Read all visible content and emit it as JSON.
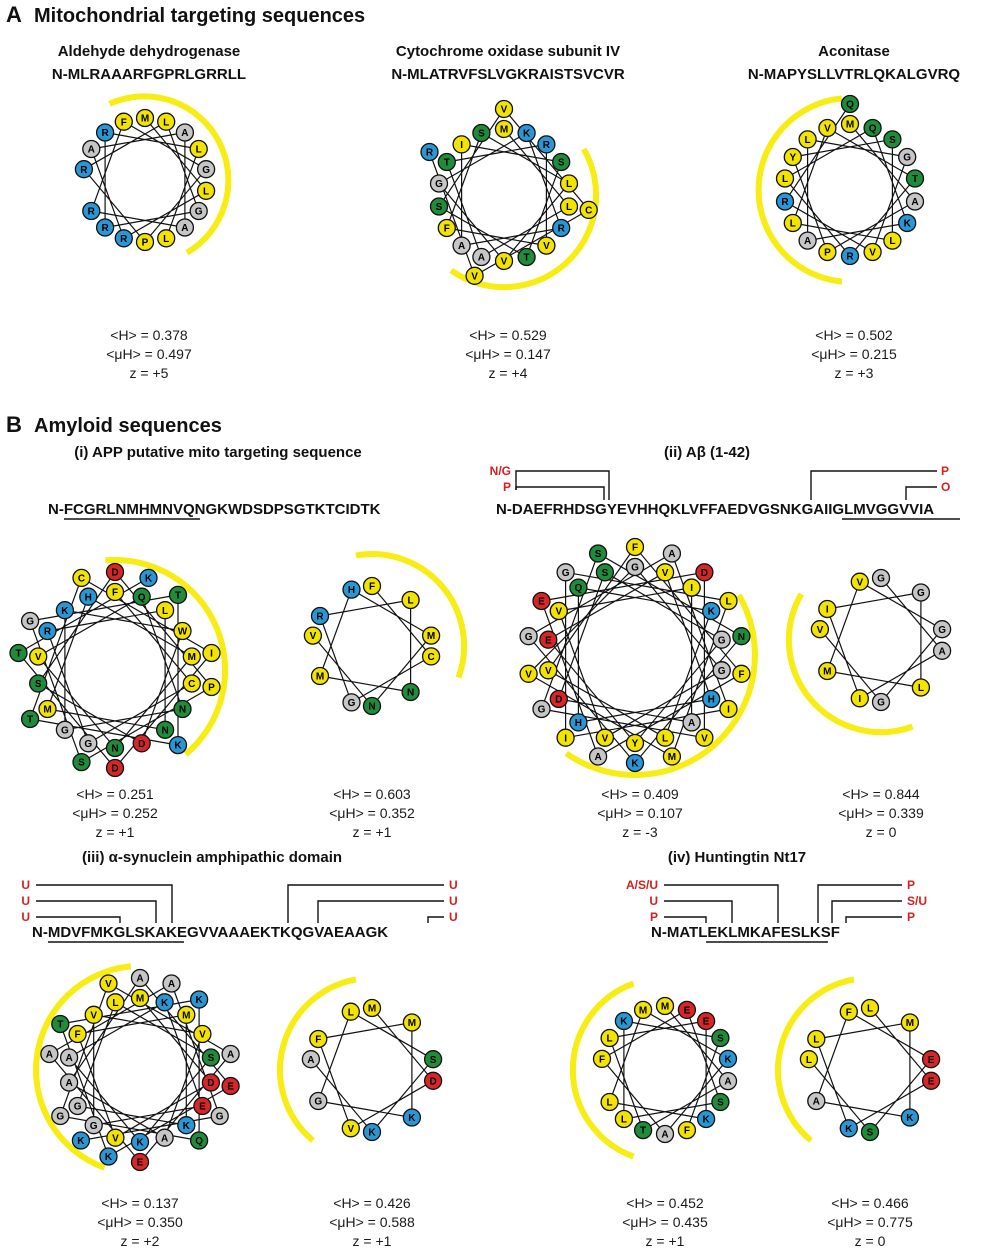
{
  "colors": {
    "yellow": "#f2e300",
    "blue": "#2a96d4",
    "green": "#1f8b3b",
    "gray": "#c6c6c6",
    "red": "#d62728",
    "arc": "#f7ec14",
    "mod_text": "#d62020"
  },
  "sectionA": {
    "letter": "A",
    "title": "Mitochondrial targeting sequences",
    "helices": [
      {
        "name": "Aldehyde dehydrogenase",
        "sequence": "N-MLRAAARFGPRLGRRLL",
        "residues": [
          "M",
          "L",
          "R",
          "A",
          "A",
          "A",
          "R",
          "F",
          "G",
          "P",
          "R",
          "L",
          "G",
          "R",
          "R",
          "L",
          "L"
        ],
        "arc_start_deg": -25,
        "arc_end_deg": 150,
        "stats": {
          "H": "<H> = 0.378",
          "muH": "<μH> = 0.497",
          "z": "z = +5"
        }
      },
      {
        "name": "Cytochrome oxidase subunit IV",
        "sequence": "N-MLATRVFSLVGKRAISTSVCVR",
        "residues": [
          "M",
          "L",
          "A",
          "T",
          "R",
          "V",
          "F",
          "S",
          "L",
          "V",
          "G",
          "K",
          "R",
          "A",
          "I",
          "S",
          "T",
          "S",
          "V",
          "C",
          "V",
          "R"
        ],
        "arc_start_deg": 60,
        "arc_end_deg": 215,
        "stats": {
          "H": "<H> = 0.529",
          "muH": "<μH> = 0.147",
          "z": "z = +4"
        }
      },
      {
        "name": "Aconitase",
        "sequence": "N-MAPYSLLVTRLQKALGVRQ",
        "residues": [
          "M",
          "A",
          "P",
          "Y",
          "S",
          "L",
          "L",
          "V",
          "T",
          "R",
          "L",
          "Q",
          "K",
          "A",
          "L",
          "G",
          "V",
          "R",
          "Q"
        ],
        "arc_start_deg": 185,
        "arc_end_deg": 355,
        "stats": {
          "H": "<H> = 0.502",
          "muH": "<μH> = 0.215",
          "z": "z = +3"
        }
      }
    ]
  },
  "sectionB": {
    "letter": "B",
    "title": "Amyloid sequences",
    "subpanels": [
      {
        "title": "(i) APP putative mito targeting sequence",
        "sequence": "N-FCGRLNMHMNVQNGKWDSDPSGTKTCIDTK",
        "underline": "FCGRLNMHMNV",
        "mods": [],
        "helices": [
          {
            "residues": [
              "F",
              "C",
              "G",
              "R",
              "L",
              "N",
              "M",
              "H",
              "M",
              "N",
              "V",
              "Q",
              "N",
              "G",
              "K",
              "W",
              "D",
              "S",
              "D",
              "P",
              "S",
              "G",
              "T",
              "K",
              "T",
              "C",
              "I",
              "D",
              "T",
              "K"
            ],
            "arc_start_deg": -5,
            "arc_end_deg": 140,
            "stats": {
              "H": "<H> = 0.251",
              "muH": "<μH> = 0.252",
              "z": "z = +1"
            }
          },
          {
            "residues": [
              "F",
              "C",
              "G",
              "R",
              "L",
              "N",
              "M",
              "H",
              "M",
              "N",
              "V"
            ],
            "arc_start_deg": -10,
            "arc_end_deg": 110,
            "stats": {
              "H": "<H> = 0.603",
              "muH": "<μH> = 0.352",
              "z": "z = +1"
            }
          }
        ]
      },
      {
        "title": "(ii) Aβ (1-42)",
        "sequence": "N-DAEFRHDSGYEVHHQKLVFFAEDVGSNKGAIIGLMVGGVVIA",
        "underline": "GAIIGLMVGGV",
        "mods": [
          "N/G",
          "P",
          "P",
          "O"
        ],
        "helices": [
          {
            "residues": [
              "D",
              "A",
              "E",
              "F",
              "R",
              "H",
              "D",
              "S",
              "G",
              "Y",
              "E",
              "V",
              "H",
              "H",
              "Q",
              "K",
              "L",
              "V",
              "F",
              "F",
              "A",
              "E",
              "D",
              "V",
              "G",
              "S",
              "N",
              "K",
              "G",
              "A",
              "I",
              "I",
              "G",
              "L",
              "M",
              "V",
              "G",
              "G",
              "V",
              "V",
              "I",
              "A"
            ],
            "arc_start_deg": 60,
            "arc_end_deg": 215,
            "stats": {
              "H": "<H> = 0.409",
              "muH": "<μH> = 0.107",
              "z": "z = -3"
            }
          },
          {
            "residues": [
              "G",
              "A",
              "I",
              "I",
              "G",
              "L",
              "M",
              "V",
              "G",
              "G",
              "V"
            ],
            "arc_start_deg": 160,
            "arc_end_deg": 300,
            "stats": {
              "H": "<H> = 0.844",
              "muH": "<μH> = 0.339",
              "z": "z = 0"
            }
          }
        ]
      },
      {
        "title": "(iii) α-synuclein amphipathic domain",
        "sequence": "N-MDVFMKGLSKAKEGVVAAAEKTKQGVAEAAGK",
        "underline": "MDVFMKGLSKA",
        "mods": [
          "U",
          "U",
          "U",
          "U",
          "U",
          "U"
        ],
        "helices": [
          {
            "residues": [
              "M",
              "D",
              "V",
              "F",
              "M",
              "K",
              "G",
              "L",
              "S",
              "K",
              "A",
              "K",
              "E",
              "G",
              "V",
              "V",
              "A",
              "A",
              "A",
              "E",
              "K",
              "T",
              "K",
              "Q",
              "G",
              "V",
              "A",
              "E",
              "A",
              "A",
              "G",
              "K"
            ],
            "arc_start_deg": 200,
            "arc_end_deg": 355,
            "stats": {
              "H": "<H> = 0.137",
              "muH": "<μH> = 0.350",
              "z": "z = +2"
            }
          },
          {
            "residues": [
              "M",
              "D",
              "V",
              "F",
              "M",
              "K",
              "G",
              "L",
              "S",
              "K",
              "A"
            ],
            "arc_start_deg": 220,
            "arc_end_deg": 350,
            "stats": {
              "H": "<H> = 0.426",
              "muH": "<μH> = 0.588",
              "z": "z = +1"
            }
          }
        ]
      },
      {
        "title": "(iv) Huntingtin Nt17",
        "sequence": "N-MATLEKLMKAFESLKSF",
        "underline": "LEKLMKAFESL",
        "mods": [
          "A/S/U",
          "U",
          "P",
          "P",
          "S/U",
          "P"
        ],
        "helices": [
          {
            "residues": [
              "M",
              "A",
              "T",
              "L",
              "E",
              "K",
              "L",
              "M",
              "K",
              "A",
              "F",
              "E",
              "S",
              "L",
              "K",
              "S",
              "F"
            ],
            "arc_start_deg": 200,
            "arc_end_deg": 340,
            "stats": {
              "H": "<H> = 0.452",
              "muH": "<μH> = 0.435",
              "z": "z = +1"
            }
          },
          {
            "residues": [
              "L",
              "E",
              "K",
              "L",
              "M",
              "K",
              "A",
              "F",
              "E",
              "S",
              "L"
            ],
            "arc_start_deg": 220,
            "arc_end_deg": 350,
            "stats": {
              "H": "<H> = 0.466",
              "muH": "<μH> = 0.775",
              "z": "z = 0"
            }
          }
        ]
      }
    ]
  }
}
